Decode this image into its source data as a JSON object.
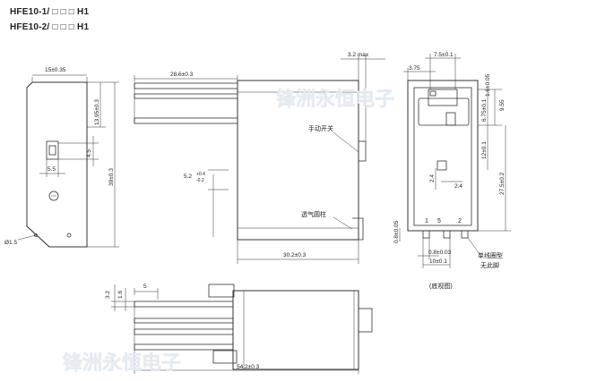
{
  "header": {
    "line1": "HFE10-1/ □ □ □ H1",
    "line2": "HFE10-2/ □ □ □ H1"
  },
  "dimensions": {
    "width_15": "15±0.35",
    "h_13_95": "13.95±0.3",
    "h_4_5": "4.5",
    "w_5_5": "5.5",
    "h_39": "39±0.3",
    "dia_1_5": "Ø1.5",
    "w_28_6": "28.6±0.3",
    "w_30_2": "30.2±0.3",
    "pin_5_2": "5.2",
    "pin_5_2_tol_up": "+0.4",
    "pin_5_2_tol_down": "-0.2",
    "max_3_2": "3.2 max",
    "w_7_5": "7.5±0.1",
    "w_3_75": "3.75",
    "h_1_6": "1.6±0.05",
    "h_6_75": "6.75±0.1",
    "h_9_55": "9.55",
    "h_12": "12±0.1",
    "h_27_5": "27.5±0.2",
    "v_2_4": "2.4",
    "h_2_4": "2.4",
    "h_0_8": "0.8±0.05",
    "w_0_8": "0.8±0.03",
    "w_10": "10±0.1",
    "side_3_2": "3.2",
    "side_1_6": "1.6",
    "side_5": "5",
    "w_54_2": "54.2±0.3"
  },
  "labels": {
    "manual_switch": "手动开关",
    "vent_post": "透气圆柱",
    "single_coil": "单线圈型",
    "no_such_pin": "无此脚",
    "bottom_view": "(底视图)",
    "pin_1": "1",
    "pin_5": "5",
    "pin_2": "2"
  },
  "watermark": {
    "text_top": "锋洲永恒电子",
    "text_bottom": "锋洲永恒电子"
  }
}
